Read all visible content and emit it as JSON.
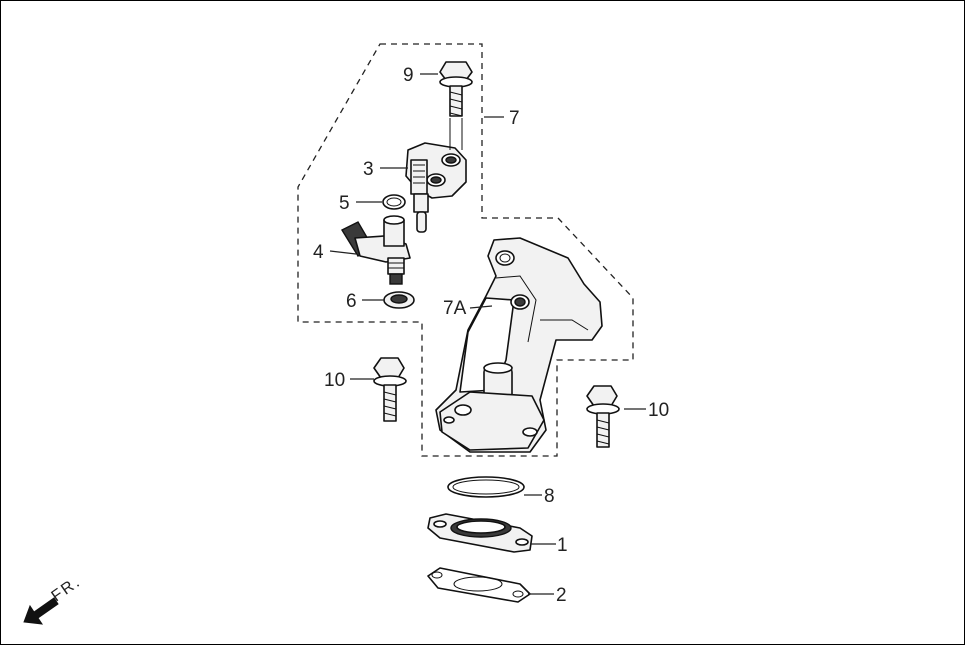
{
  "callouts": {
    "c1": "1",
    "c2": "2",
    "c3": "3",
    "c4": "4",
    "c5": "5",
    "c6": "6",
    "c7": "7",
    "c7a": "7A",
    "c8": "8",
    "c9": "9",
    "c10a": "10",
    "c10b": "10"
  },
  "direction": {
    "label": "FR."
  },
  "parts": [
    {
      "callout": "1",
      "icon": "flange-icon"
    },
    {
      "callout": "2",
      "icon": "gasket-icon"
    },
    {
      "callout": "3",
      "icon": "sensor-holder-icon"
    },
    {
      "callout": "4",
      "icon": "sensor-icon"
    },
    {
      "callout": "5",
      "icon": "o-ring-icon"
    },
    {
      "callout": "6",
      "icon": "seal-ring-icon"
    },
    {
      "callout": "7",
      "icon": "assembly-group-icon"
    },
    {
      "callout": "7A",
      "icon": "housing-icon"
    },
    {
      "callout": "8",
      "icon": "o-ring-large-icon"
    },
    {
      "callout": "9",
      "icon": "flange-bolt-icon"
    },
    {
      "callout": "10",
      "icon": "flange-bolt-icon"
    }
  ]
}
